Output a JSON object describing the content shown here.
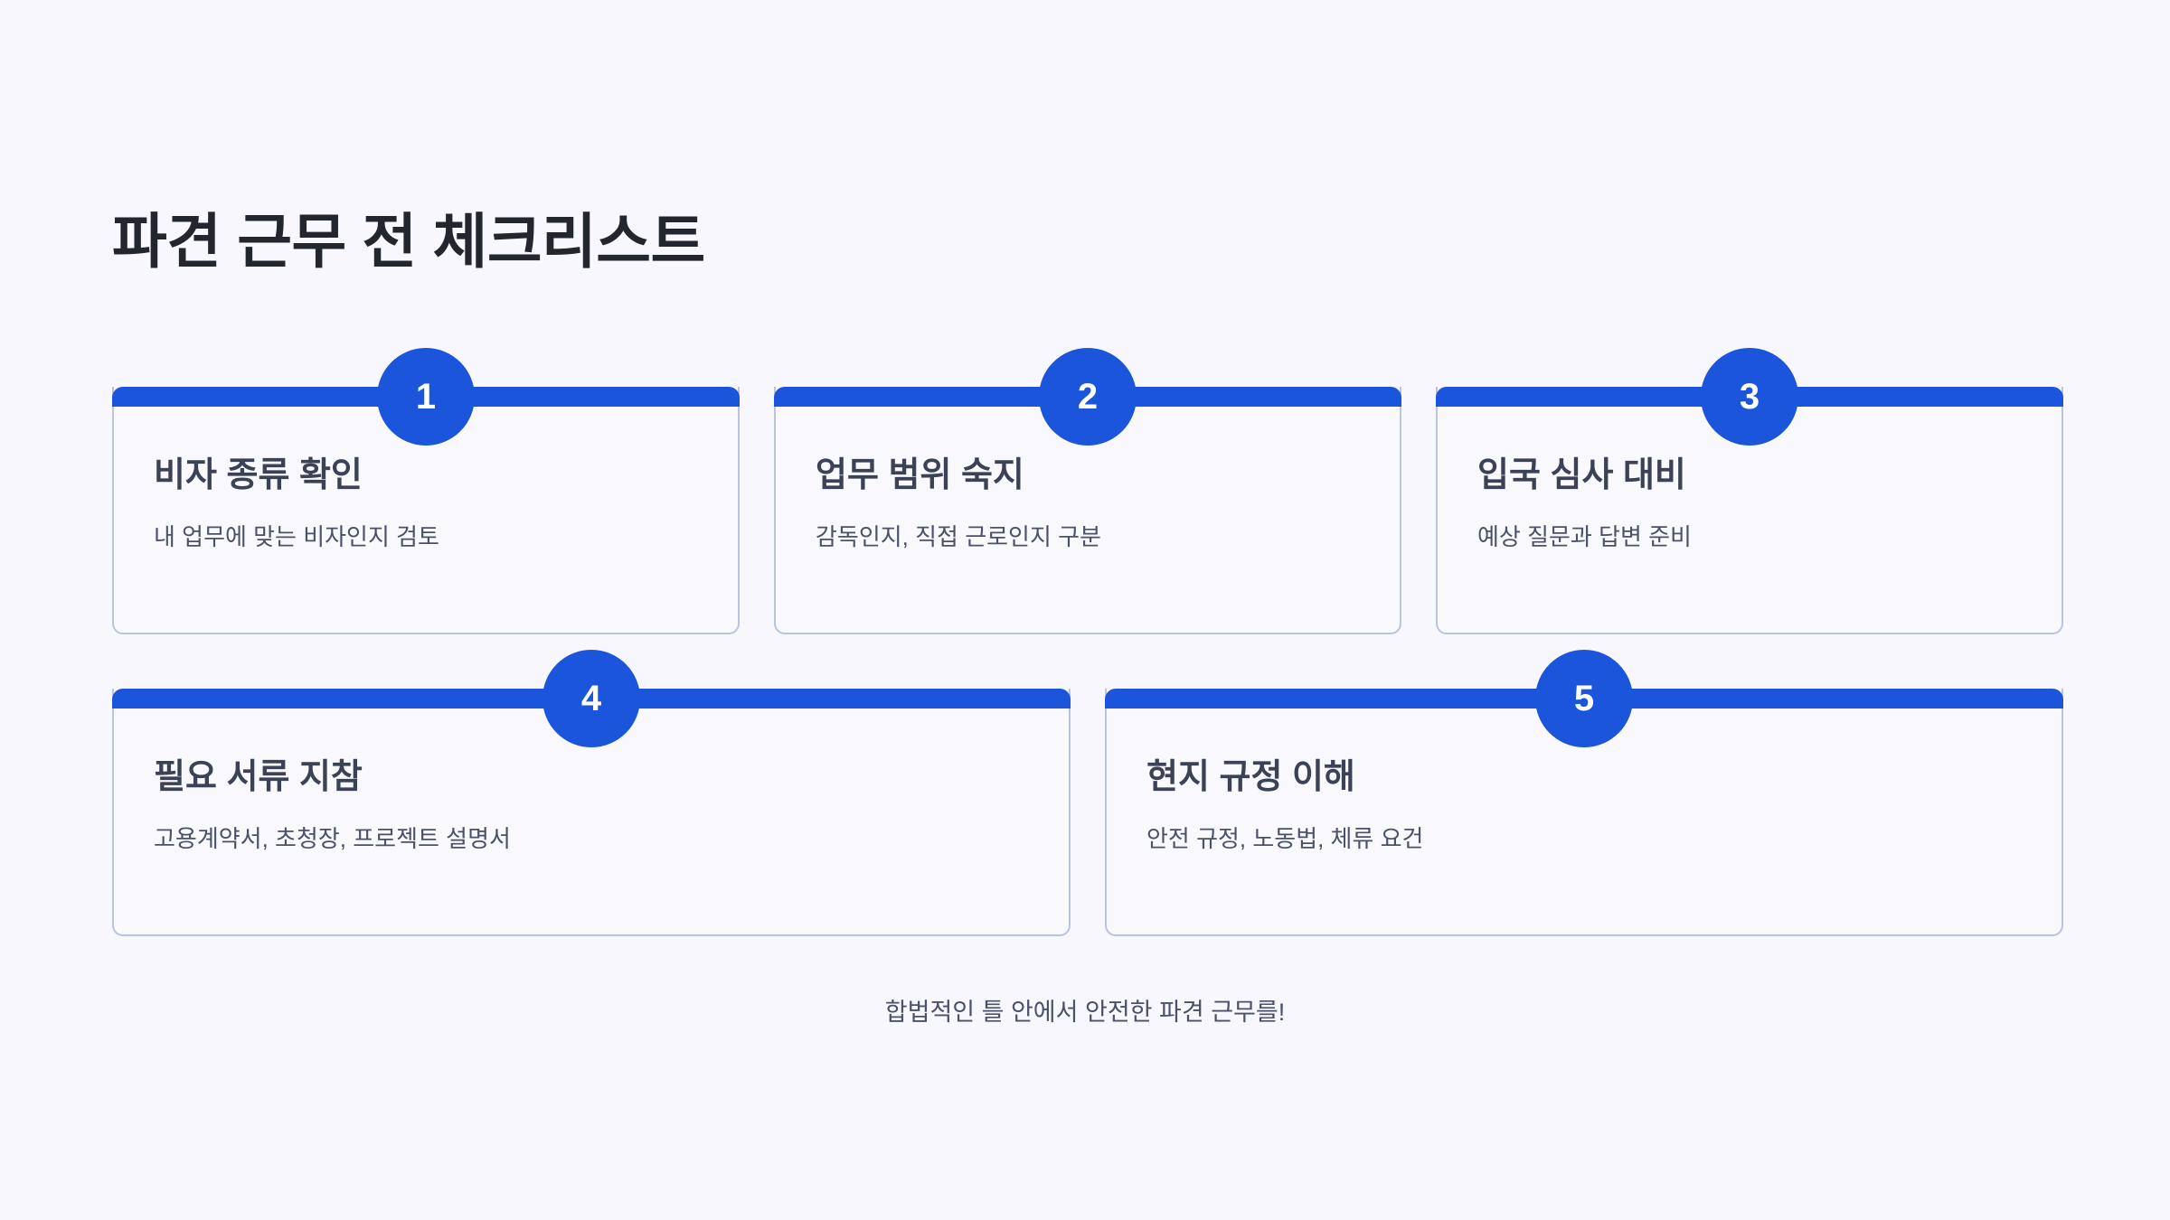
{
  "background_color": "#f7f7fd",
  "accent_color": "#1b55db",
  "border_color": "#b9c5dc",
  "title_color": "#23252f",
  "card_title_color": "#3b4256",
  "card_desc_color": "#4a5168",
  "header": {
    "title": "파견 근무 전 체크리스트"
  },
  "rows": [
    {
      "cards": [
        {
          "number": "1",
          "title": "비자 종류 확인",
          "desc": "내 업무에 맞는 비자인지 검토"
        },
        {
          "number": "2",
          "title": "업무 범위 숙지",
          "desc": "감독인지, 직접 근로인지 구분"
        },
        {
          "number": "3",
          "title": "입국 심사 대비",
          "desc": "예상 질문과 답변 준비"
        }
      ]
    },
    {
      "cards": [
        {
          "number": "4",
          "title": "필요 서류 지참",
          "desc": "고용계약서, 초청장, 프로젝트 설명서"
        },
        {
          "number": "5",
          "title": "현지 규정 이해",
          "desc": "안전 규정, 노동법, 체류 요건"
        }
      ]
    }
  ],
  "footer": {
    "note": "합법적인 틀 안에서 안전한 파견 근무를!"
  }
}
